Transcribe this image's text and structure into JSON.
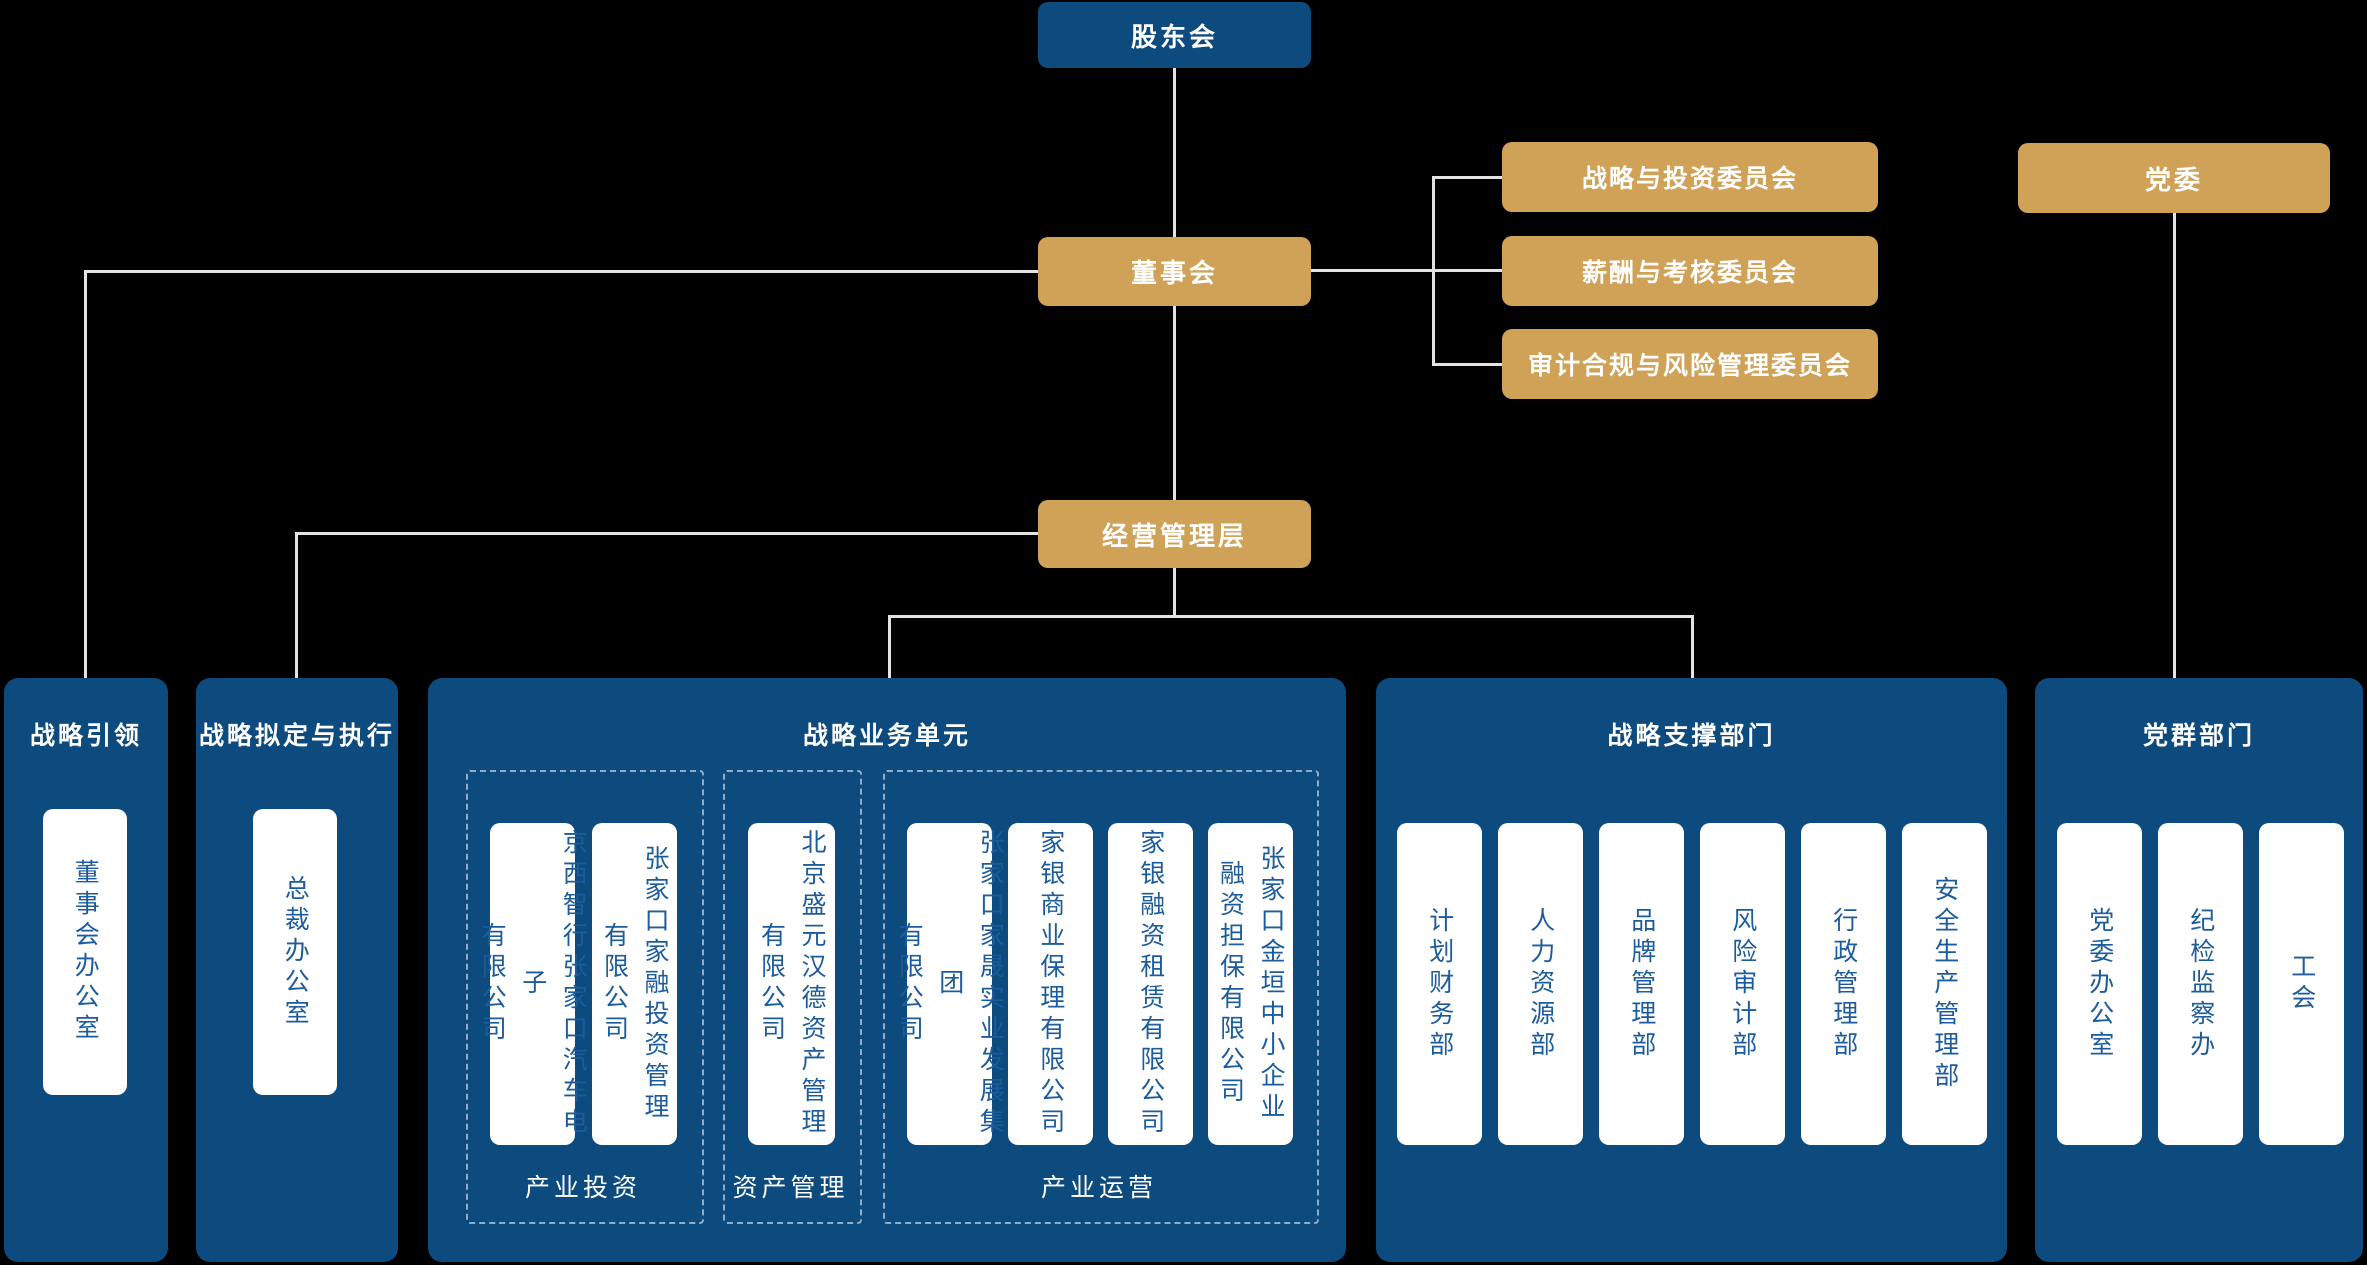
{
  "org": {
    "shareholders": "股东会",
    "board": "董事会",
    "management": "经营管理层",
    "party_committee": "党委",
    "committees": [
      "战略与投资委员会",
      "薪酬与考核委员会",
      "审计合规与风险管理委员会"
    ]
  },
  "panels": {
    "strategy_lead": {
      "title": "战略引领",
      "cards": [
        "董事会办公室"
      ]
    },
    "strategy_exec": {
      "title": "战略拟定与执行",
      "cards": [
        "总裁办公室"
      ]
    },
    "business_units": {
      "title": "战略业务单元",
      "groups": [
        {
          "label": "产业投资",
          "cards": [
            "京西智行张家口汽车电子\n有限公司",
            "张家口家融投资管理\n有限公司"
          ]
        },
        {
          "label": "资产管理",
          "cards": [
            "北京盛元汉德资产管理\n有限公司"
          ]
        },
        {
          "label": "产业运营",
          "cards": [
            "张家口家晟实业发展集团\n有限公司",
            "家银商业保理有限公司",
            "家银融资租赁有限公司",
            "张家口金垣中小企业\n融资担保有限公司"
          ]
        }
      ]
    },
    "support": {
      "title": "战略支撑部门",
      "cards": [
        "计划财务部",
        "人力资源部",
        "品牌管理部",
        "风险审计部",
        "行政管理部",
        "安全生产管理部"
      ]
    },
    "party_mass": {
      "title": "党群部门",
      "cards": [
        "党委办公室",
        "纪检监察办",
        "工会"
      ]
    }
  },
  "colors": {
    "navy": "#0d4a7e",
    "gold": "#cfa258",
    "card_text": "#1d5c9c",
    "connector": "#e3e3e3",
    "card_bg": "#ffffff",
    "background": "#000000"
  }
}
